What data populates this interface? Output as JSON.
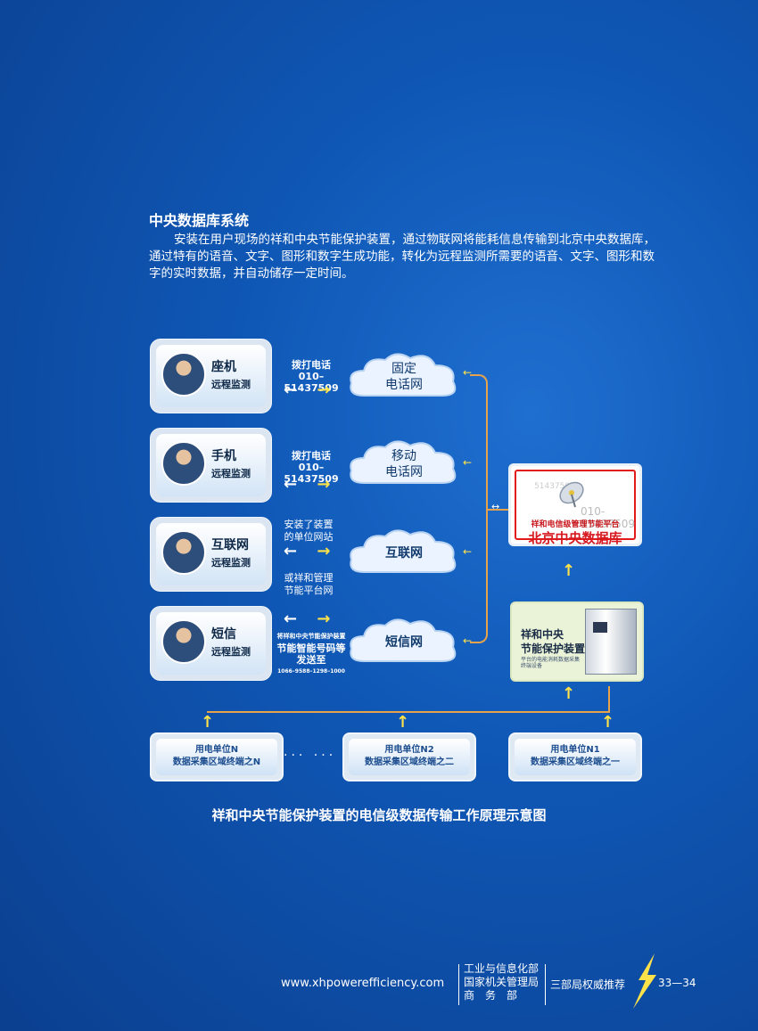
{
  "section": {
    "title": "中央数据库系统",
    "intro": "安装在用户现场的祥和中央节能保护装置，通过物联网将能耗信息传输到北京中央数据库，通过特有的语音、文字、图形和数字生成功能，转化为远程监测所需要的语音、文字、图形和数字的实时数据，并自动储存一定时间。"
  },
  "channels": [
    {
      "title": "座机",
      "sub": "远程监测",
      "line1": "拨打电话",
      "line2": "010–51437509",
      "cloud1": "固定",
      "cloud2": "电话网"
    },
    {
      "title": "手机",
      "sub": "远程监测",
      "line1": "拨打电话",
      "line2": "010–51437509",
      "cloud1": "移动",
      "cloud2": "电话网"
    },
    {
      "title": "互联网",
      "sub": "远程监测",
      "line1": "安装了装置",
      "line2": "的单位网站",
      "line3": "或祥和管理",
      "line4": "节能平台网",
      "cloud1": "互联网",
      "cloud2": ""
    },
    {
      "title": "短信",
      "sub": "远程监测",
      "line1": "将祥和中央节能保护装置",
      "line2": "节能智能号码等",
      "line3": "发送至",
      "line4": "1066–9588–1298–1000",
      "cloud1": "短信网",
      "cloud2": ""
    }
  ],
  "database": {
    "watermark1": "51437509",
    "watermark2": "010-51437509",
    "label_small": "祥和电信级管理节能平台",
    "label_big": "北京中央数据库"
  },
  "device": {
    "title1": "祥和中央",
    "title2": "节能保护装置",
    "desc": "平台的电能消耗数据采集终端设备"
  },
  "units": [
    {
      "line1": "用电单位N",
      "line2": "数据采集区域终端之N"
    },
    {
      "line1": "用电单位N2",
      "line2": "数据采集区域终端之二"
    },
    {
      "line1": "用电单位N1",
      "line2": "数据采集区域终端之一"
    }
  ],
  "dots": "··· ···",
  "caption": "祥和中央节能保护装置的电信级数据传输工作原理示意图",
  "footer": {
    "url": "www.xhpowerefficiency.com",
    "org1": "工业与信息化部",
    "org2": "国家机关管理局",
    "org3": "商　务　部",
    "recommend": "三部局权威推荐",
    "page": "33—34"
  },
  "colors": {
    "accent_orange": "#e7a24c",
    "arrow_yellow": "#ffe24a",
    "db_red": "#d71920"
  }
}
